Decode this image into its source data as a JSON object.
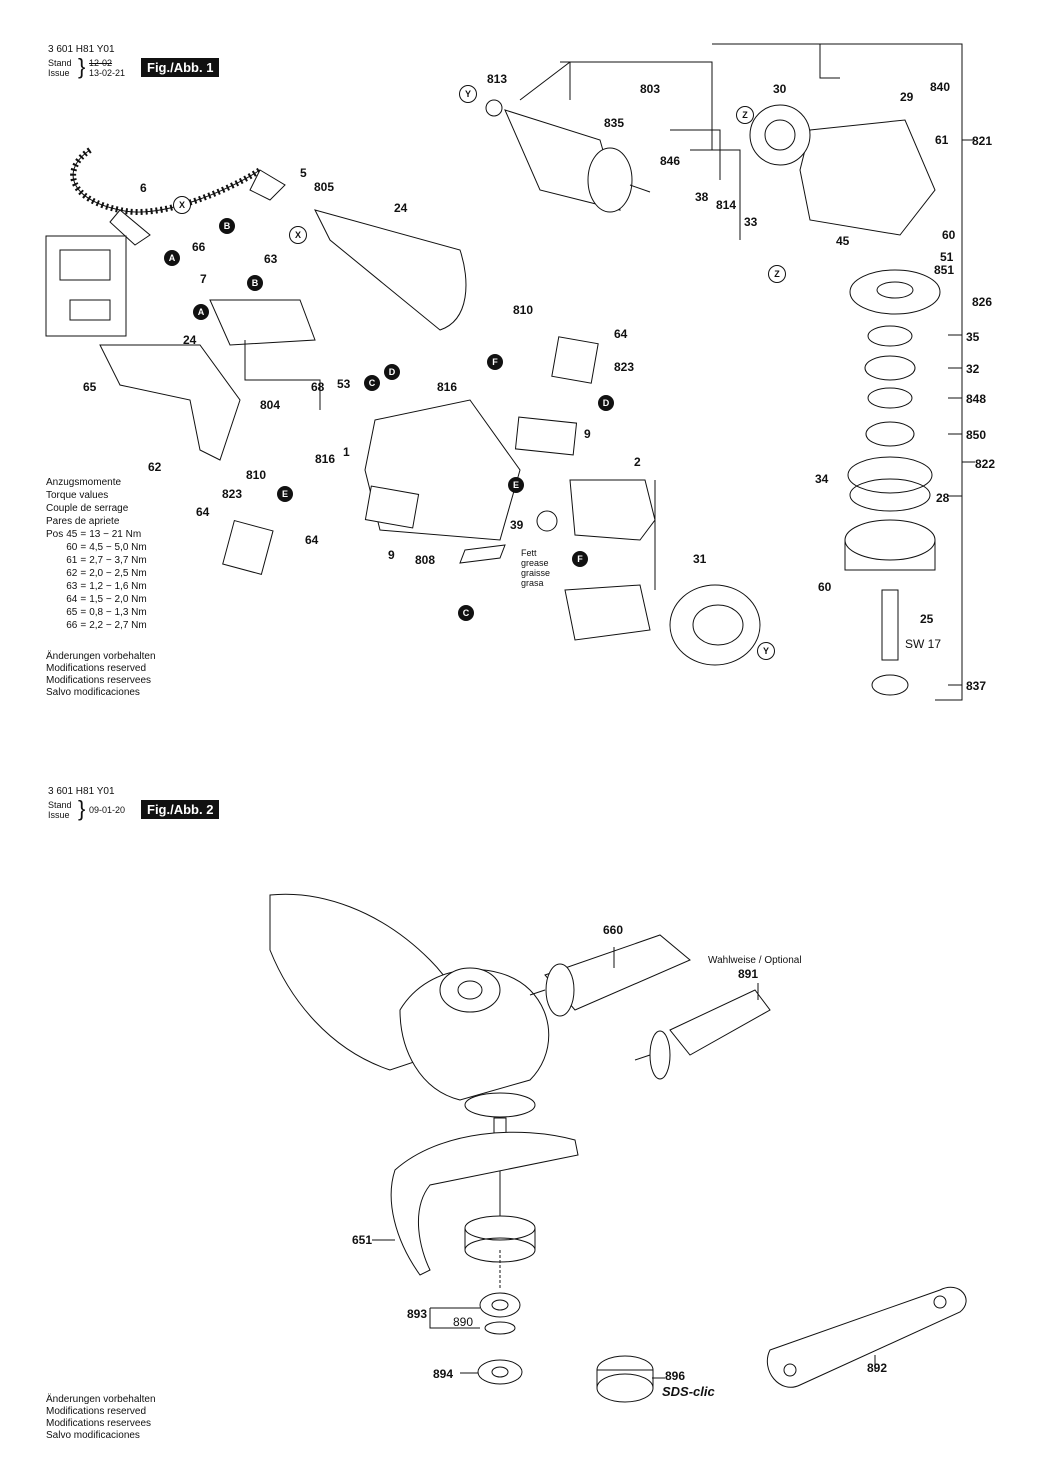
{
  "page1": {
    "doc_number": "3 601 H81 Y01",
    "stand_label": "Stand",
    "issue_label": "Issue",
    "stand_value": "12-02",
    "issue_value": "13-02-21",
    "figure_label": "Fig./Abb. 1"
  },
  "page2": {
    "doc_number": "3 601 H81 Y01",
    "stand_label": "Stand",
    "issue_label": "Issue",
    "issue_value": "09-01-20",
    "figure_label": "Fig./Abb. 2"
  },
  "torque": {
    "heading": [
      "Anzugsmomente",
      "Torque values",
      "Couple de serrage",
      "Pares de apriete"
    ],
    "pos_label": "Pos",
    "rows": [
      {
        "pos": "45",
        "eq": "=",
        "value": "13 − 21 Nm"
      },
      {
        "pos": "60",
        "eq": "=",
        "value": "4,5 − 5,0 Nm"
      },
      {
        "pos": "61",
        "eq": "=",
        "value": "2,7 − 3,7 Nm"
      },
      {
        "pos": "62",
        "eq": "=",
        "value": "2,0 − 2,5 Nm"
      },
      {
        "pos": "63",
        "eq": "=",
        "value": "1,2 − 1,6 Nm"
      },
      {
        "pos": "64",
        "eq": "=",
        "value": "1,5 − 2,0 Nm"
      },
      {
        "pos": "65",
        "eq": "=",
        "value": "0,8 − 1,3 Nm"
      },
      {
        "pos": "66",
        "eq": "=",
        "value": "2,2 − 2,7 Nm"
      }
    ]
  },
  "modifications_1": [
    "Änderungen vorbehalten",
    "Modifications reserved",
    "Modifications reservees",
    "Salvo modificaciones"
  ],
  "modifications_2": [
    "Änderungen vorbehalten",
    "Modifications reserved",
    "Modifications reservees",
    "Salvo modificaciones"
  ],
  "grease_text": [
    "Fett",
    "grease",
    "graisse",
    "grasa"
  ],
  "optional_text": "Wahlweise / Optional",
  "sds_text": "SDS-clic",
  "wrench_size": "SW 17",
  "fig1_labels": [
    "813",
    "803",
    "30",
    "840",
    "835",
    "29",
    "821",
    "61",
    "846",
    "38",
    "814",
    "33",
    "60",
    "45",
    "51",
    "851",
    "826",
    "5",
    "805",
    "6",
    "24",
    "66",
    "63",
    "7",
    "810",
    "64",
    "823",
    "816",
    "35",
    "32",
    "848",
    "850",
    "9",
    "822",
    "2",
    "34",
    "28",
    "1",
    "39",
    "808",
    "31",
    "60",
    "25",
    "837",
    "24",
    "65",
    "62",
    "804",
    "68",
    "53",
    "816",
    "810",
    "823",
    "64",
    "64",
    "9"
  ],
  "fig2_labels": [
    "660",
    "891",
    "651",
    "893",
    "890",
    "894",
    "896",
    "892"
  ],
  "connectors": [
    "A",
    "B",
    "C",
    "D",
    "E",
    "F",
    "X",
    "Y",
    "Z"
  ]
}
